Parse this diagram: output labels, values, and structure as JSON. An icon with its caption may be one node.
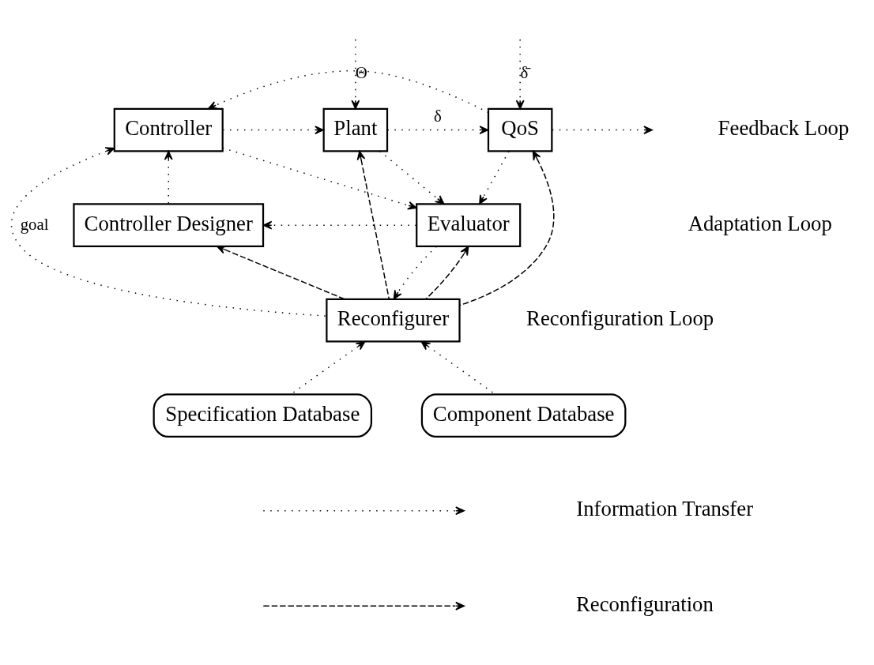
{
  "diagram": {
    "nodes": [
      {
        "text": [
          "Controller"
        ]
      },
      {
        "text": [
          "Plant"
        ]
      },
      {
        "text": [
          "QoS"
        ]
      },
      {
        "text": [
          "Controller Designer"
        ]
      },
      {
        "text": [
          "Evaluator"
        ]
      },
      {
        "text": [
          "Reconfigurer"
        ]
      },
      {
        "text": [
          "Specification Database"
        ]
      },
      {
        "text": [
          "Component Database"
        ]
      }
    ],
    "edges": [
      {
        "from": 0,
        "to": 1,
        "arrow": "to"
      },
      {
        "from": 1,
        "to": 2,
        "arrow": "to",
        "label": "δ"
      },
      {
        "from": 2,
        "to": null,
        "arrow": "to"
      },
      {
        "from": null,
        "to": 1,
        "arrow": "to",
        "label": "Θ"
      },
      {
        "from": null,
        "to": 2,
        "arrow": "to",
        "label": "δ̄"
      },
      {
        "from": 2,
        "to": 0,
        "arrow": "to"
      },
      {
        "from": 0,
        "to": 4,
        "arrow": "to"
      },
      {
        "from": 1,
        "to": 4,
        "arrow": "to"
      },
      {
        "from": 2,
        "to": 4,
        "arrow": "to"
      },
      {
        "from": 4,
        "to": 3,
        "arrow": "to"
      },
      {
        "from": 3,
        "to": 0,
        "arrow": "to"
      },
      {
        "from": 4,
        "to": 5,
        "arrow": "to"
      },
      {
        "from": 5,
        "to": 4,
        "arrow": "to",
        "style": "dashed"
      },
      {
        "from": 5,
        "to": 0,
        "arrow": "to",
        "label": "goal"
      },
      {
        "from": 5,
        "to": 1,
        "arrow": "to",
        "style": "dashed"
      },
      {
        "from": 5,
        "to": 3,
        "arrow": "to",
        "style": "dashed"
      },
      {
        "from": 5,
        "to": 2,
        "arrow": "to",
        "style": "dashed"
      },
      {
        "from": 6,
        "to": 5,
        "arrow": "to"
      },
      {
        "from": 7,
        "to": 5,
        "arrow": "to"
      }
    ],
    "labels": [
      "Feedback Loop",
      "Adaptation Loop",
      "Reconfiguration Loop"
    ],
    "legend": [
      {
        "text": "Information Transfer"
      },
      {
        "text": "Reconfiguration"
      }
    ]
  }
}
